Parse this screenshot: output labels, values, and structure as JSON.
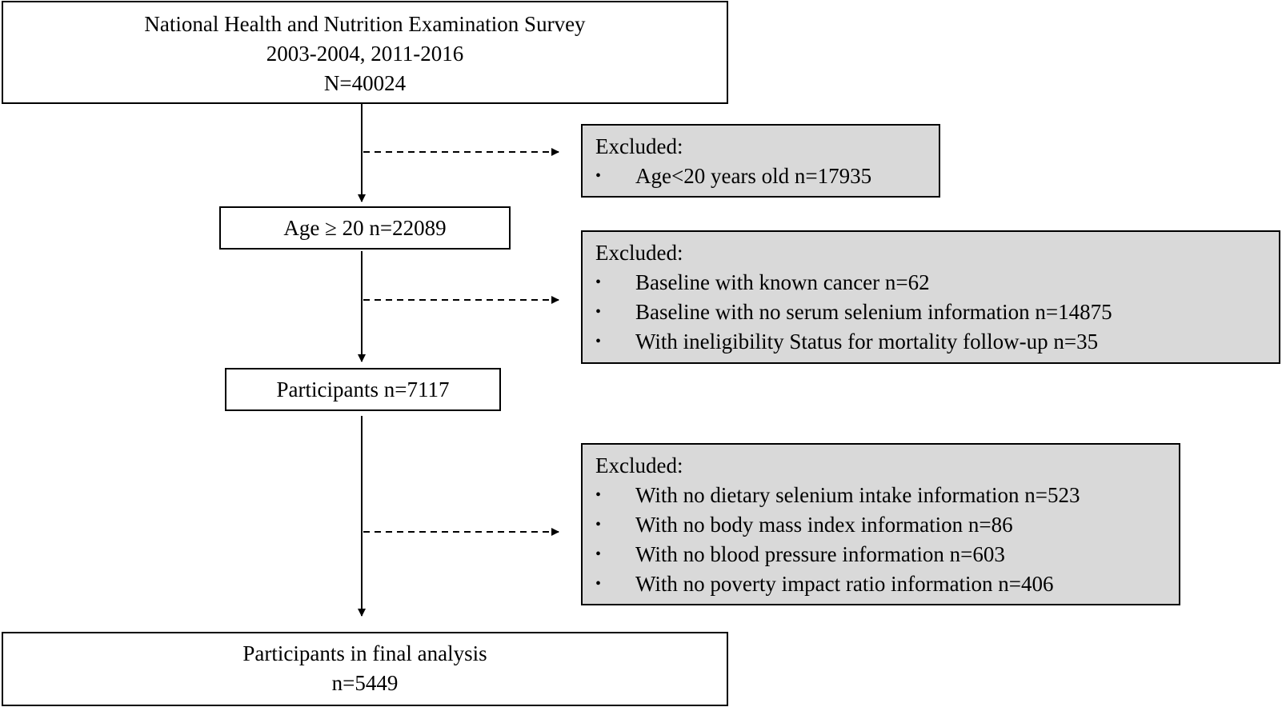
{
  "boxes": {
    "source": {
      "lines": [
        "National Health and Nutrition Examination Survey",
        "2003-2004, 2011-2016",
        "N=40024"
      ]
    },
    "age": {
      "lines": [
        "Age ≥ 20  n=22089"
      ]
    },
    "participants": {
      "lines": [
        "Participants n=7117"
      ]
    },
    "final": {
      "lines": [
        "Participants in final analysis",
        "n=5449"
      ]
    }
  },
  "exclusions": {
    "first": {
      "heading": "Excluded:",
      "items": [
        "Age<20 years old n=17935"
      ]
    },
    "second": {
      "heading": "Excluded:",
      "items": [
        "Baseline with known cancer n=62",
        "Baseline with no serum selenium information n=14875",
        "With ineligibility Status for mortality follow-up n=35"
      ]
    },
    "third": {
      "heading": "Excluded:",
      "items": [
        "With no dietary selenium intake information n=523",
        "With no body mass index information n=86",
        "With no blood pressure information n=603",
        "With no poverty impact ratio information n=406"
      ]
    }
  },
  "bullet_symbol": "•"
}
